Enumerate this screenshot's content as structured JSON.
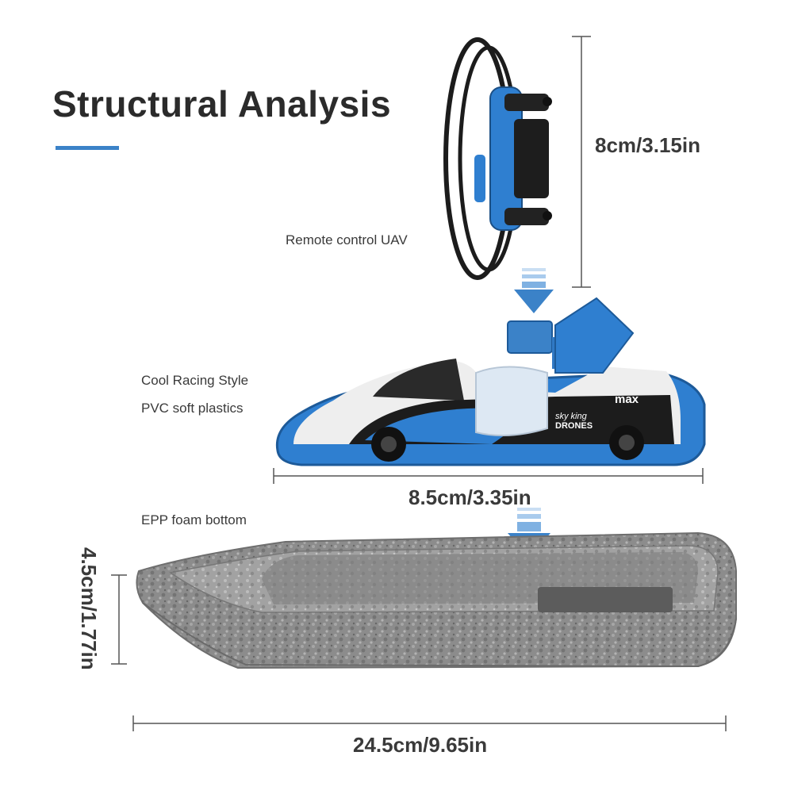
{
  "title": "Structural Analysis",
  "colors": {
    "accent": "#3b82c8",
    "part_blue": "#2f7fd0",
    "foam_gray": "#8a8a8a",
    "dimension_line": "#555555"
  },
  "labels": {
    "uav": "Remote control UAV",
    "style_line1": "Cool Racing Style",
    "style_line2": "PVC soft plastics",
    "foam": "EPP foam bottom"
  },
  "dimensions": {
    "uav_height": "8cm/3.15in",
    "car_width": "8.5cm/3.35in",
    "boat_height": "4.5cm/1.77in",
    "boat_length": "24.5cm/9.65in"
  },
  "car_decals": {
    "brand": "max",
    "line1": "sky king",
    "line2": "DRONES"
  },
  "icons": [
    "drone-icon",
    "down-arrow-icon",
    "racing-car-shell-icon",
    "foam-boat-hull-icon"
  ]
}
